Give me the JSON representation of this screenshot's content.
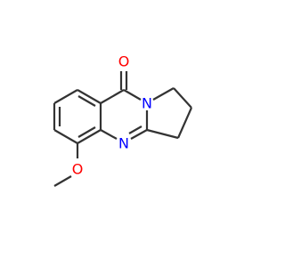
{
  "colors": {
    "bond": "#333333",
    "oxygen": "#ff0000",
    "nitrogen": "#0000ff",
    "background": "#ffffff"
  },
  "atoms": {
    "carbonyl_oxygen": "O",
    "bridgehead_nitrogen": "N",
    "ring_nitrogen": "N",
    "methoxy_oxygen": "O"
  }
}
